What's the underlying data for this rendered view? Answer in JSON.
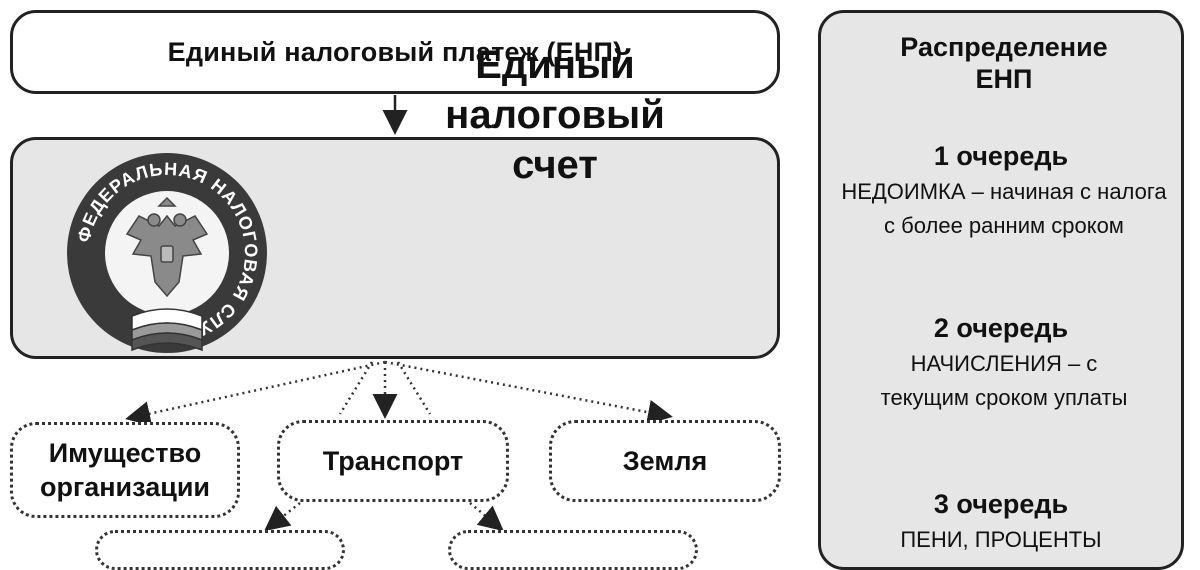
{
  "enp": {
    "title": "Единый налоговый платеж (ЕНП)"
  },
  "ens": {
    "title": "Единый налоговый счет"
  },
  "emblem": {
    "ring_text": "ФЕДЕРАЛЬНАЯ НАЛОГОВАЯ СЛУЖБА"
  },
  "categories": {
    "property": "Имущество организации",
    "transport": "Транспорт",
    "land": "Земля"
  },
  "distribution": {
    "title": "Распределение ЕНП",
    "queues": [
      {
        "head": "1 очередь",
        "text": "НЕДОИМКА – начиная с налога с более ранним сроком"
      },
      {
        "head": "2 очередь",
        "text": "НАЧИСЛЕНИЯ – с текущим сроком уплаты"
      },
      {
        "head": "3 очередь",
        "text": "ПЕНИ, ПРОЦЕНТЫ"
      }
    ]
  }
}
